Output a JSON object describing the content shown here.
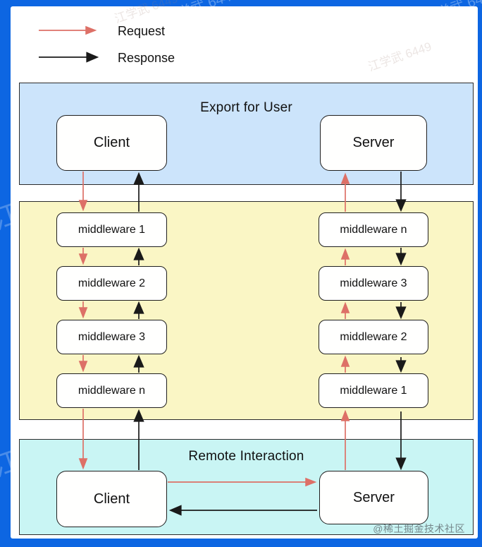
{
  "legend": {
    "request_label": "Request",
    "response_label": "Response"
  },
  "colors": {
    "frame_blue": "#0d66e2",
    "request_red": "#dd7067",
    "response_black": "#1a1a1a",
    "top_section_bg": "#cce4fb",
    "middle_section_bg": "#faf6c5",
    "bottom_section_bg": "#c9f5f4"
  },
  "top_section": {
    "title": "Export for User",
    "client": "Client",
    "server": "Server"
  },
  "middleware_left": [
    "middleware 1",
    "middleware 2",
    "middleware 3",
    "middleware n"
  ],
  "middleware_right": [
    "middleware n",
    "middleware 3",
    "middleware 2",
    "middleware 1"
  ],
  "bottom_section": {
    "title": "Remote Interaction",
    "client": "Client",
    "server": "Server"
  },
  "watermarks": {
    "diagonal_text": "江学武 6449",
    "credit": "@稀土掘金技术社区"
  }
}
